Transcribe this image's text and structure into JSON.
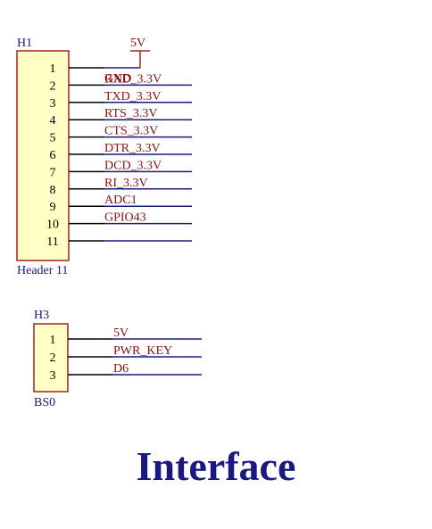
{
  "title": "Interface",
  "colors": {
    "box_fill": "#ffffc6",
    "box_stroke": "#a32121",
    "text_red": "#8a1010",
    "text_blue": "#1a1a7e",
    "wire": "#1a1a7e",
    "pin_line": "#000000"
  },
  "h1": {
    "ref": "H1",
    "name": "Header 11",
    "power_label": "5V",
    "pins": [
      {
        "num": "1",
        "net": "GND"
      },
      {
        "num": "2",
        "net": "RXD_3.3V"
      },
      {
        "num": "3",
        "net": "TXD_3.3V"
      },
      {
        "num": "4",
        "net": "RTS_3.3V"
      },
      {
        "num": "5",
        "net": "CTS_3.3V"
      },
      {
        "num": "6",
        "net": "DTR_3.3V"
      },
      {
        "num": "7",
        "net": "DCD_3.3V"
      },
      {
        "num": "8",
        "net": "RI_3.3V"
      },
      {
        "num": "9",
        "net": "ADC1"
      },
      {
        "num": "10",
        "net": "GPIO43"
      },
      {
        "num": "11",
        "net": ""
      }
    ]
  },
  "h3": {
    "ref": "H3",
    "name": "BS0",
    "pins": [
      {
        "num": "1",
        "net": "5V"
      },
      {
        "num": "2",
        "net": "PWR_KEY"
      },
      {
        "num": "3",
        "net": "D6"
      }
    ]
  }
}
